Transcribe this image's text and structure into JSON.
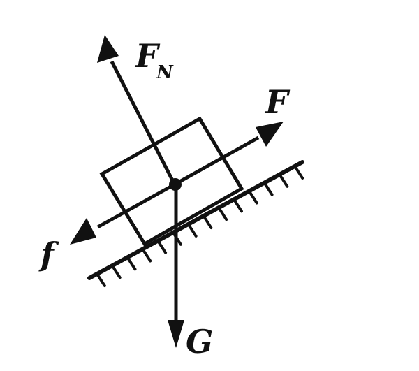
{
  "labels": {
    "normal_force": "F",
    "normal_force_subscript": "N",
    "applied_force": "F",
    "friction": "f",
    "gravity": "G"
  },
  "colors": {
    "ink": "#111111",
    "background": "#ffffff"
  }
}
